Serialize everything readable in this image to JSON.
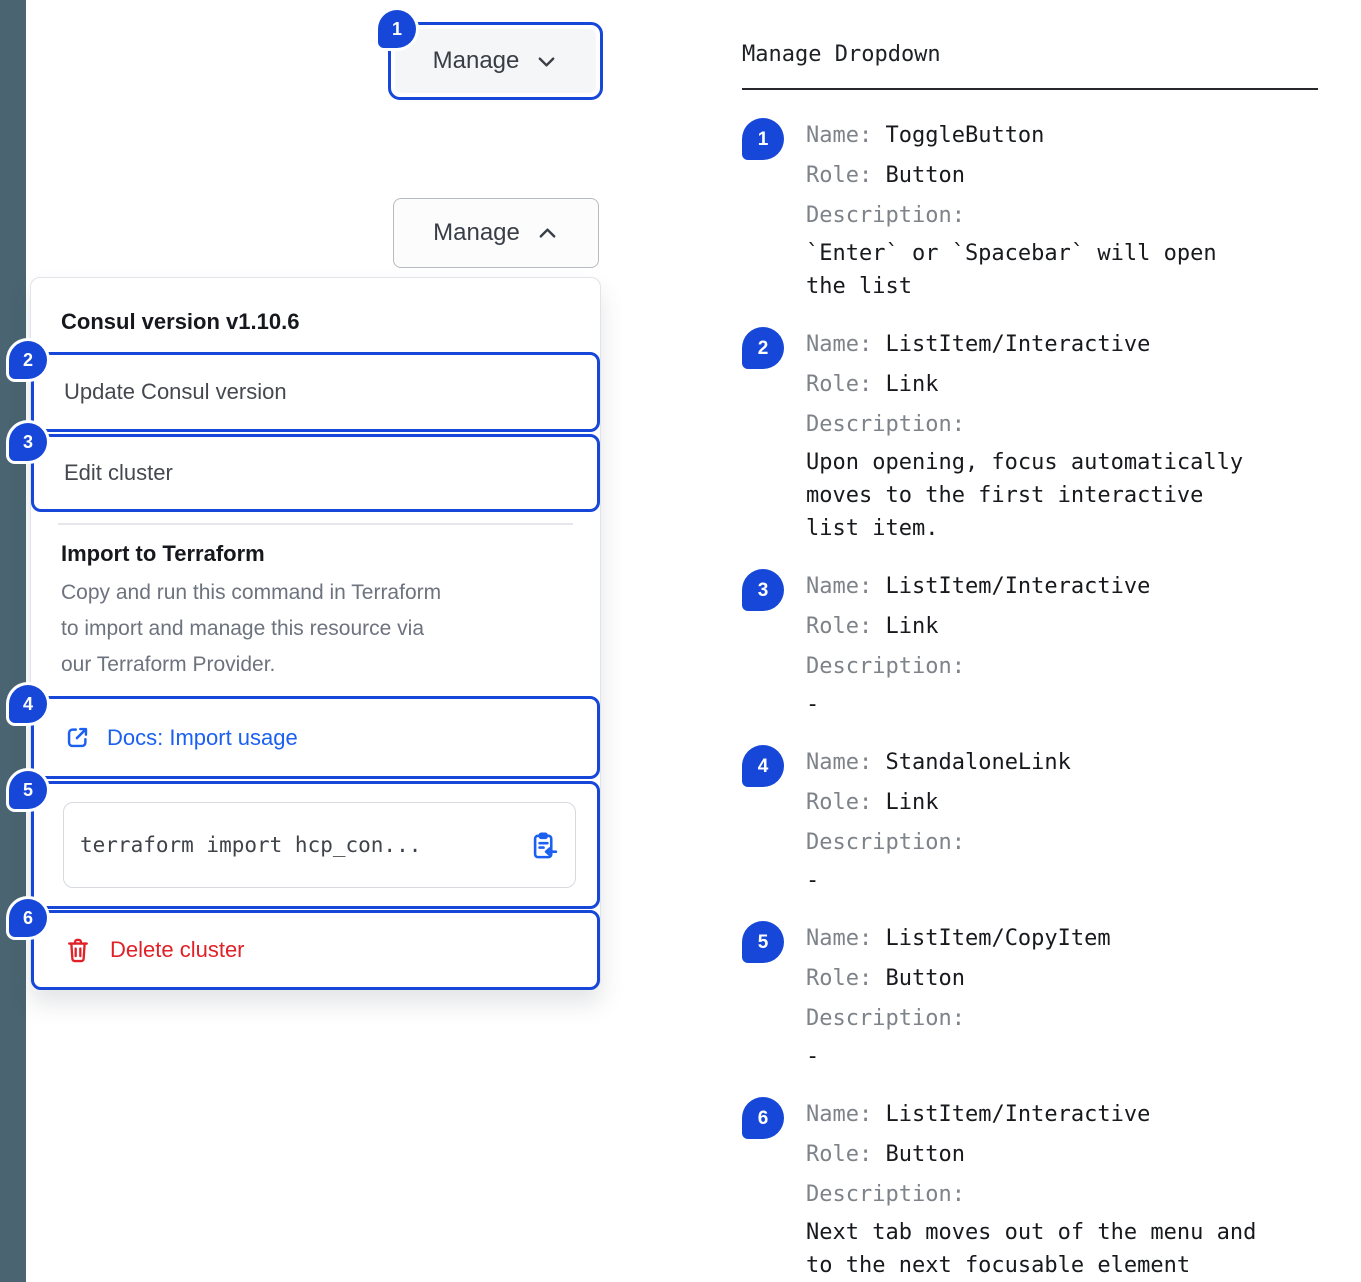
{
  "colors": {
    "accent": "#1747d8",
    "link": "#1c60f2",
    "danger": "#e02128",
    "strip": "#4a6471"
  },
  "left": {
    "toggle_button": {
      "badge": "1",
      "label": "Manage"
    },
    "expanded_button": {
      "label": "Manage"
    },
    "dropdown": {
      "version_header": "Consul version v1.10.6",
      "menu_items": [
        {
          "badge": "2",
          "label": "Update Consul version"
        },
        {
          "badge": "3",
          "label": "Edit cluster"
        }
      ],
      "import_header": "Import to Terraform",
      "import_description": "Copy and run this command in Terraform\nto import and manage this resource via\nour Terraform Provider.",
      "docs_link": {
        "badge": "4",
        "label": "Docs: Import usage"
      },
      "copy_item": {
        "badge": "5",
        "code": "terraform import hcp_con..."
      },
      "delete_item": {
        "badge": "6",
        "label": "Delete cluster"
      }
    }
  },
  "right": {
    "title": "Manage Dropdown",
    "labels": {
      "name": "Name:",
      "role": "Role:",
      "description": "Description:"
    },
    "entries": [
      {
        "badge": "1",
        "name": "ToggleButton",
        "role": "Button",
        "description": "`Enter` or `Spacebar` will open\nthe list"
      },
      {
        "badge": "2",
        "name": "ListItem/Interactive",
        "role": "Link",
        "description": "Upon opening, focus automatically\nmoves to the first interactive\nlist item."
      },
      {
        "badge": "3",
        "name": "ListItem/Interactive",
        "role": "Link",
        "description": "-"
      },
      {
        "badge": "4",
        "name": "StandaloneLink",
        "role": "Link",
        "description": "-"
      },
      {
        "badge": "5",
        "name": "ListItem/CopyItem",
        "role": "Button",
        "description": "-"
      },
      {
        "badge": "6",
        "name": "ListItem/Interactive",
        "role": "Button",
        "description": "Next tab moves out of the menu and\nto the next focusable element"
      }
    ]
  }
}
